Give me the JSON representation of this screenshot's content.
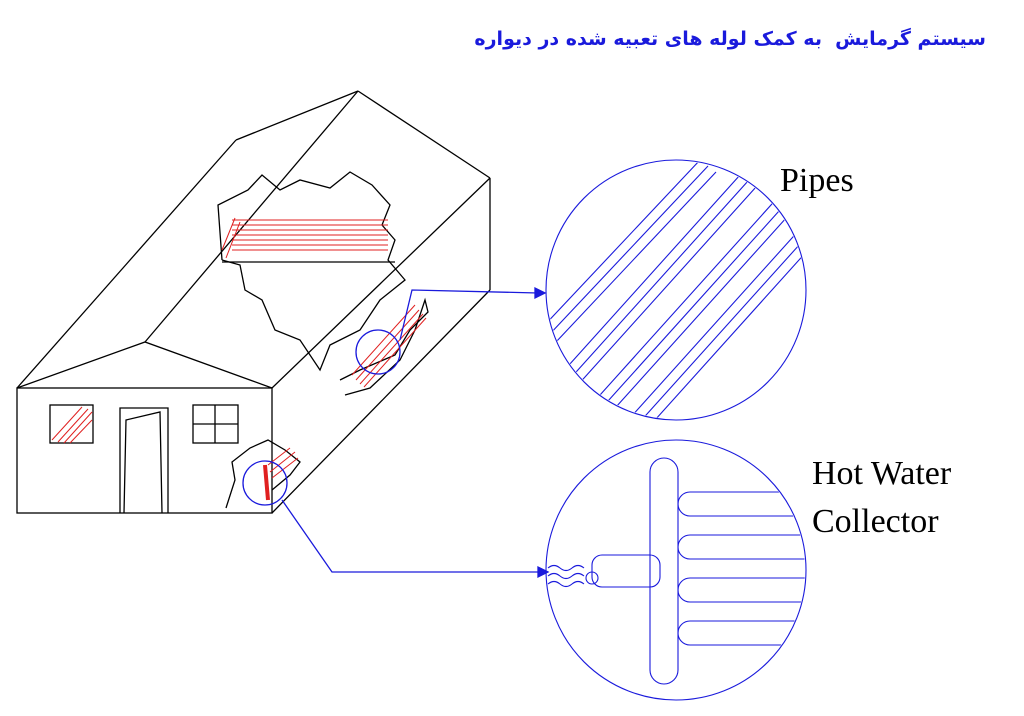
{
  "title": "سیستم گرمایش  به کمک لوله های تعبیه شده در دیواره",
  "labels": {
    "pipes": "Pipes",
    "collector_line1": "Hot Water",
    "collector_line2": "Collector"
  },
  "colors": {
    "title": "#1a1adc",
    "pipe": "#1a1adc",
    "hatch": "#e02020",
    "outline": "#000000"
  }
}
